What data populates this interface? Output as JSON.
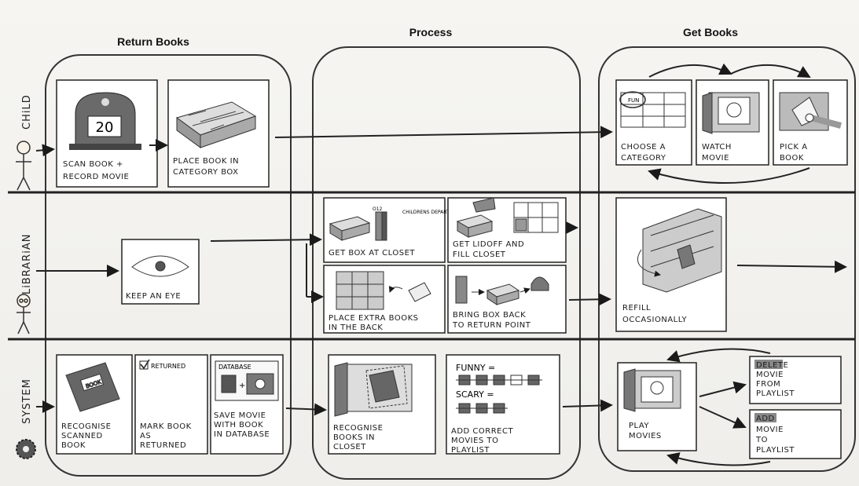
{
  "columns": [
    "Return Books",
    "Process",
    "Get Books"
  ],
  "lanes": [
    "CHiLD",
    "LiBRARiAN",
    "SYSTEM"
  ],
  "cards": {
    "scan": {
      "display": "20",
      "lines": [
        "SCAN BOOK +",
        "RECORD MOViE"
      ]
    },
    "place": {
      "lines": [
        "pLACE BOOK iN",
        "CATEGORY BOX"
      ]
    },
    "choose": {
      "tag": "FUN",
      "lines": [
        "CHOOSE A",
        "CATEGORY"
      ]
    },
    "watch": {
      "lines": [
        "WATCH",
        "MOViE"
      ]
    },
    "pick": {
      "lines": [
        "PiCK A",
        "BOOK"
      ]
    },
    "eye": {
      "lines": [
        "KEEP AN EYE"
      ]
    },
    "getbox": {
      "num": "O12",
      "dept": "CHiLDRENS DEPARTM.",
      "lines": [
        "GET BOX AT CLOSET"
      ]
    },
    "lidoff": {
      "lines": [
        "GET LiDOFF AND",
        "FiLL CLOSET"
      ]
    },
    "extra": {
      "lines": [
        "pLACE EXTRA BOOKS",
        "iN THE BACK"
      ]
    },
    "bring": {
      "lines": [
        "BRiNG BOX BACK",
        "TO RETURN POiNT"
      ]
    },
    "refill": {
      "lines": [
        "REFiLL",
        "OCCASiONALLY"
      ]
    },
    "recognise": {
      "book": "BOOK",
      "lines": [
        "RECOGNiSE",
        "SCANNED",
        "BOOK"
      ]
    },
    "mark": {
      "check": "RETURNED",
      "lines": [
        "MARK BOOK",
        "AS",
        "RETURNED"
      ]
    },
    "save": {
      "db": "DATABASE",
      "plus": "+",
      "lines": [
        "SAVE MOViE",
        "WiTH BOOK",
        "iN DATABASE"
      ]
    },
    "closet": {
      "lines": [
        "RECOGNiSE",
        "BOOKS iN",
        "CLOSET"
      ]
    },
    "playlist": {
      "funny": "FUNNY =",
      "scary": "SCARY =",
      "lines": [
        "ADD CORRECT",
        "MOViES TO",
        "PLAYLiST"
      ]
    },
    "play": {
      "lines": [
        "PLAY",
        "MOViES"
      ]
    },
    "delete": {
      "lines": [
        "DELETE",
        "MOViE",
        "FROM",
        "PLAYLiST"
      ]
    },
    "add": {
      "lines": [
        "ADD",
        "MOViE",
        "TO",
        "PLAYLiST"
      ]
    }
  }
}
